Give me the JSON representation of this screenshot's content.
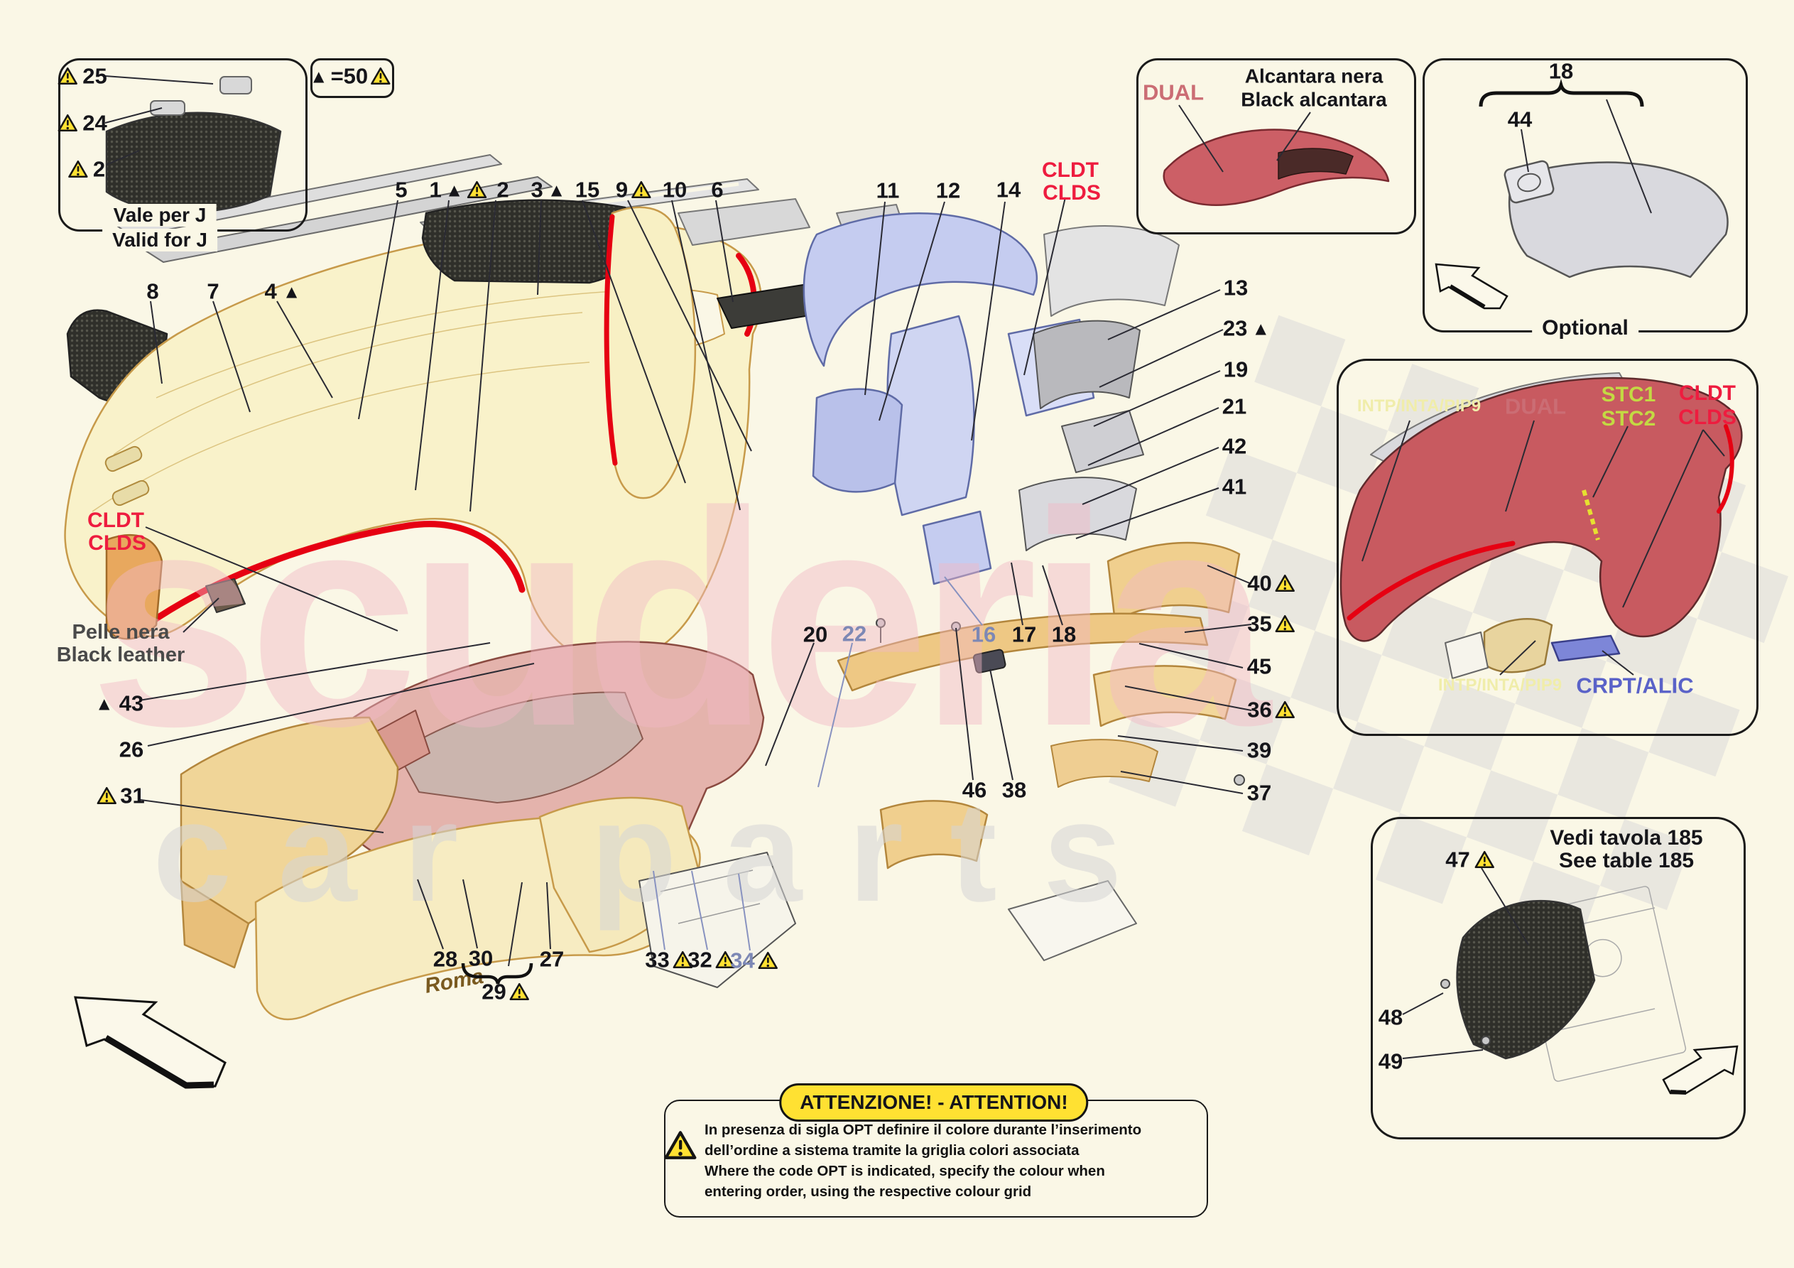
{
  "watermark": {
    "word1": "scuderia",
    "word2": "car parts"
  },
  "icons": {
    "tri": "▲"
  },
  "legend": {
    "equals": "=50"
  },
  "callouts": {
    "c5": "5",
    "c1": "1",
    "c2": "2",
    "c3": "3",
    "c15": "15",
    "c9": "9",
    "c10": "10",
    "c6": "6",
    "c11": "11",
    "c12": "12",
    "c14": "14",
    "c13": "13",
    "c23": "23",
    "c19": "19",
    "c21": "21",
    "c42": "42",
    "c41": "41",
    "c8": "8",
    "c7": "7",
    "c4": "4",
    "c43": "43",
    "c26": "26",
    "c31": "31",
    "c20": "20",
    "c22": "22",
    "c16": "16",
    "c17": "17",
    "c18": "18",
    "c40": "40",
    "c35": "35",
    "c45": "45",
    "c36": "36",
    "c39": "39",
    "c37": "37",
    "c46": "46",
    "c38": "38",
    "c28": "28",
    "c30": "30",
    "c29": "29",
    "c27": "27",
    "c33": "33",
    "c32": "32",
    "c34": "34"
  },
  "side_labels": {
    "cldt": "CLDT",
    "clds": "CLDS",
    "leather_it": "Pelle nera",
    "leather_en": "Black leather"
  },
  "boxes": {
    "valid_j": {
      "i25": "25",
      "i24": "24",
      "i2": "2",
      "caption_it": "Vale per J",
      "caption_en": "Valid for J"
    },
    "dual": {
      "code": "DUAL",
      "material_it": "Alcantara nera",
      "material_en": "Black alcantara"
    },
    "optional": {
      "group": "18",
      "item": "44",
      "caption": "Optional"
    },
    "trim": {
      "faint_top": "INTP/INTA/PIP9",
      "dual": "DUAL",
      "stc1": "STC1",
      "stc2": "STC2",
      "cldt": "CLDT",
      "clds": "CLDS",
      "faint_bottom": "INTP/INTA/PIP9",
      "crpt": "CRPT/ALIC"
    },
    "see_table": {
      "i47": "47",
      "caption_it": "Vedi tavola 185",
      "caption_en": "See table 185",
      "i48": "48",
      "i49": "49"
    }
  },
  "attention": {
    "title": "ATTENZIONE! - ATTENTION!",
    "line1": "In presenza di sigla OPT definire il colore durante l’inserimento",
    "line2": "dell’ordine a sistema tramite la griglia colori associata",
    "line3": "Where the code OPT is indicated, specify the colour when",
    "line4": "entering order, using the respective colour grid"
  },
  "part_text": {
    "roma": "Roma"
  },
  "colors": {
    "red": "#ee1c3f",
    "rose": "#cb6d74",
    "lime": "#c3d943",
    "blue": "#5a62c8",
    "warn_yellow": "#ffe132",
    "faint_yellow": "#f0edaa",
    "background": "#faf7e6"
  }
}
